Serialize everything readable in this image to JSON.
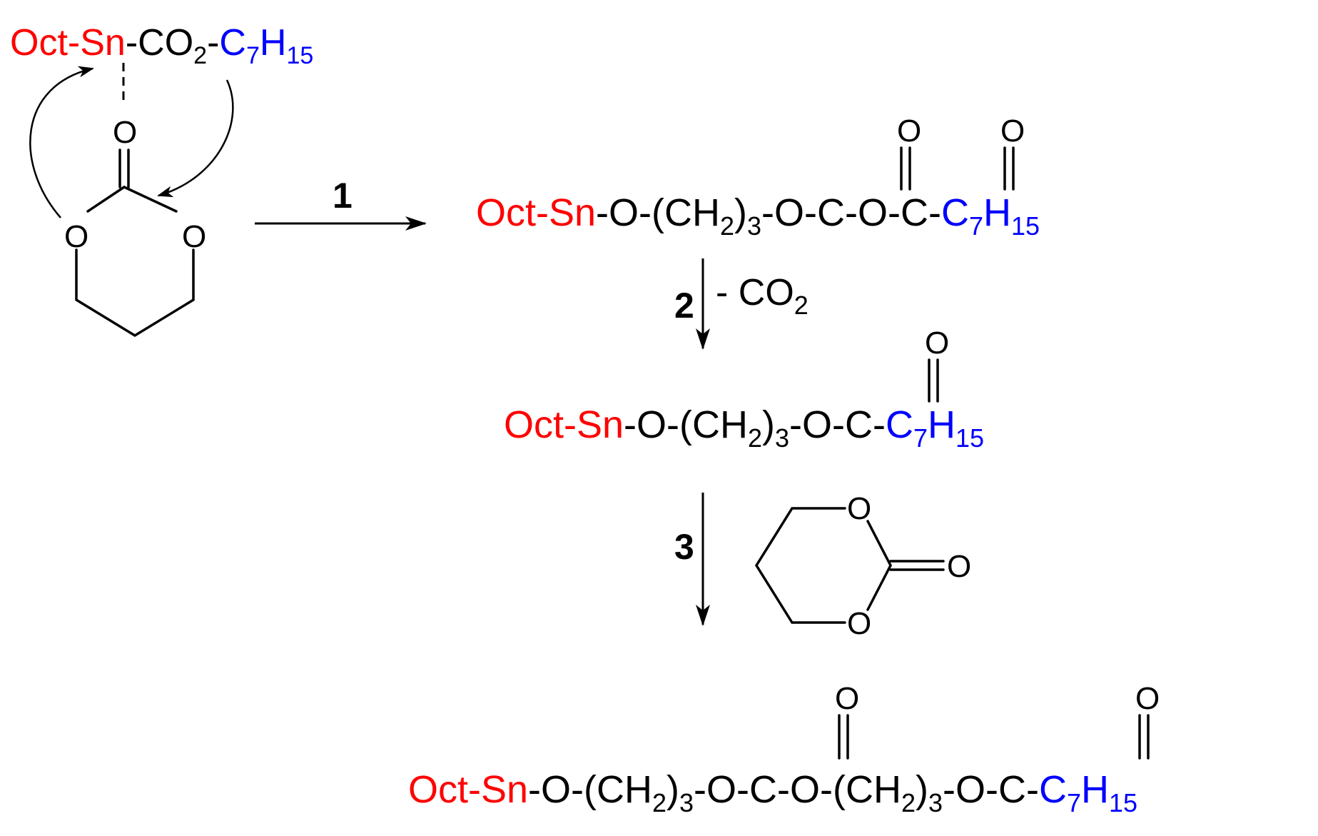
{
  "colors": {
    "tin_group": "#ff0000",
    "alkyl_group": "#0000ff",
    "ink": "#000000"
  },
  "catalyst": {
    "oct_sn": "Oct-Sn",
    "co2_dash": "-CO",
    "sub_2": "2",
    "dash": "-",
    "c7h": "C",
    "sub_7": "7",
    "h": "H",
    "sub_15": "15"
  },
  "atoms": {
    "O": "O",
    "C": "C"
  },
  "steps": {
    "step1": "1",
    "step2": "2",
    "step3": "3",
    "minus_co2": "- CO",
    "minus_co2_sub": "2"
  },
  "product1": {
    "oct_sn": "Oct-Sn",
    "chain_a": "-O-(CH",
    "sub_2": "2",
    "chain_b": ")",
    "sub_3": "3",
    "chain_c": "-O-C-O-C-",
    "c7h": "C",
    "sub_7": "7",
    "h": "H",
    "sub_15": "15"
  },
  "product2": {
    "oct_sn": "Oct-Sn",
    "chain_a": "-O-(CH",
    "sub_2": "2",
    "chain_b": ")",
    "sub_3": "3",
    "chain_c": "-O-C-",
    "c7h": "C",
    "sub_7": "7",
    "h": "H",
    "sub_15": "15"
  },
  "product3": {
    "oct_sn": "Oct-Sn",
    "chain_a": "-O-(CH",
    "sub_2": "2",
    "chain_b": ")",
    "sub_3": "3",
    "chain_c": "-O-C-O-(CH",
    "sub_2b": "2",
    "chain_d": ")",
    "sub_3b": "3",
    "chain_e": "-O-C-",
    "c7h": "C",
    "sub_7": "7",
    "h": "H",
    "sub_15": "15"
  }
}
